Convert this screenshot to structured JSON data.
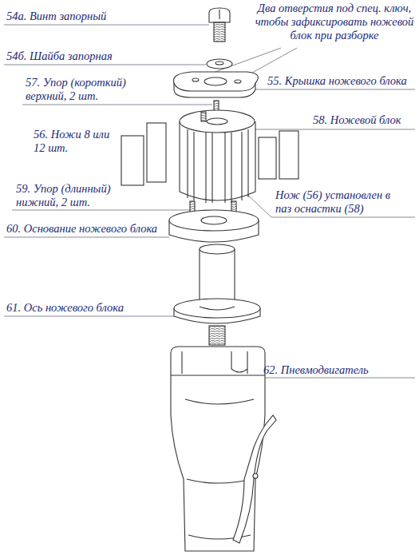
{
  "diagram": {
    "labels": [
      "54а. Винт запорный",
      "54б. Шайба запорная",
      "Два отверстия под спец. ключ, чтобы зафиксировать ножевой блок при разборке",
      "55. Крышка ножевого блока",
      "57. Упор (короткий) верхний, 2 шт.",
      "56. Ножи 8 или 12 шт.",
      "58. Ножевой блок",
      "59. Упор (длинный) нижний, 2 шт.",
      "Нож (56) установлен в паз оснастки (58)",
      "60. Основание ножевого блока",
      "61. Ось ножевого блока",
      "62. Пневмодвигатель"
    ]
  }
}
